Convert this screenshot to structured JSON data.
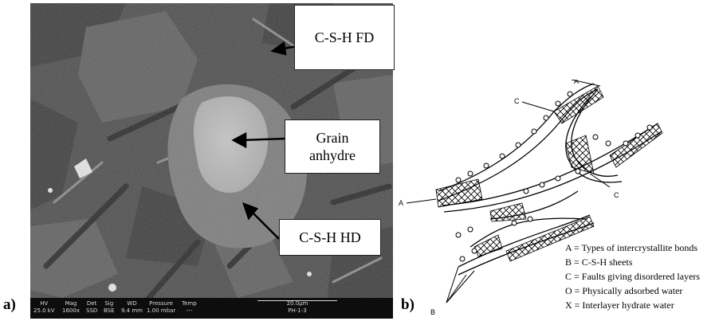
{
  "panel_a": {
    "letter": "a)",
    "callouts": {
      "fd": "C-S-H FD",
      "grain_line1": "Grain",
      "grain_line2": "anhydre",
      "hd": "C-S-H HD"
    },
    "info_bar": {
      "cells": [
        {
          "h": "HV",
          "v": "25.0 kV"
        },
        {
          "h": "Mag",
          "v": "1600x"
        },
        {
          "h": "Det",
          "v": "SSD"
        },
        {
          "h": "Sig",
          "v": "BSE"
        },
        {
          "h": "WD",
          "v": "9.4 mm"
        },
        {
          "h": "Pressure",
          "v": "1.00 mbar"
        },
        {
          "h": "Temp",
          "v": "---"
        }
      ],
      "scale": "20.0µm",
      "sample_id": "PH-1-3"
    }
  },
  "panel_b": {
    "letter": "b)",
    "diagram_labels": {
      "a_top": "A",
      "a_left": "A",
      "c_top": "C",
      "c_right": "C",
      "b": "B"
    },
    "legend": [
      "A = Types of intercrystallite bonds",
      "B = C-S-H sheets",
      "C = Faults giving disordered layers",
      "O = Physically adsorbed water",
      "X = Interlayer hydrate water"
    ]
  }
}
